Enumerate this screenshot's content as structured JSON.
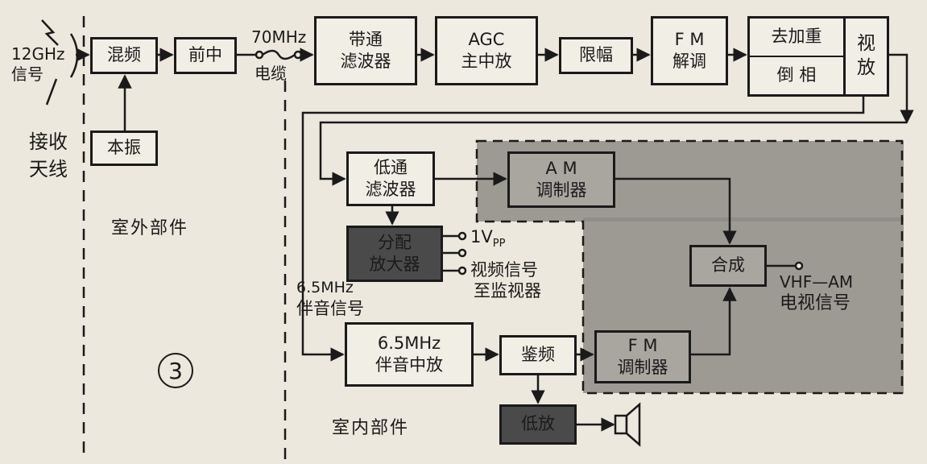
{
  "labels": {
    "signal": [
      "12GHz",
      "信号"
    ],
    "antenna": [
      "接收",
      "天线"
    ],
    "cable": [
      "70MHz",
      "电缆"
    ],
    "outdoor": "室外部件",
    "indoor": "室内部件",
    "audio_sig": [
      "6.5MHz",
      "伴音信号"
    ],
    "vpp": "1V",
    "vpp_sub": "PP",
    "video_out": [
      "视频信号",
      "至监视器"
    ],
    "vhf_out": [
      "VHF—AM",
      "电视信号"
    ],
    "fig_number": "3"
  },
  "blocks": {
    "mixer": "混频",
    "local_osc": "本振",
    "pre_if": "前中",
    "bandpass": [
      "带通",
      "滤波器"
    ],
    "agc": [
      "AGC",
      "主中放"
    ],
    "limiter": "限幅",
    "fm_demod": [
      "F M",
      "解调"
    ],
    "deemph": "去加重",
    "invert": "倒 相",
    "video_amp": [
      "视",
      "放"
    ],
    "lowpass": [
      "低通",
      "滤波器"
    ],
    "am_mod": [
      "A M",
      "调制器"
    ],
    "dist_amp": [
      "分配",
      "放大器"
    ],
    "combiner": "合成",
    "audio_if": [
      "6.5MHz",
      "伴音中放"
    ],
    "discrim": "鉴频",
    "fm_mod": [
      "F M",
      "调制器"
    ],
    "audio_amp": "低放"
  },
  "colors": {
    "line": "#1a1a1a",
    "paper": "#ece8dd",
    "shade": "#8f8c87",
    "dark_block": "#4a4a4a"
  }
}
